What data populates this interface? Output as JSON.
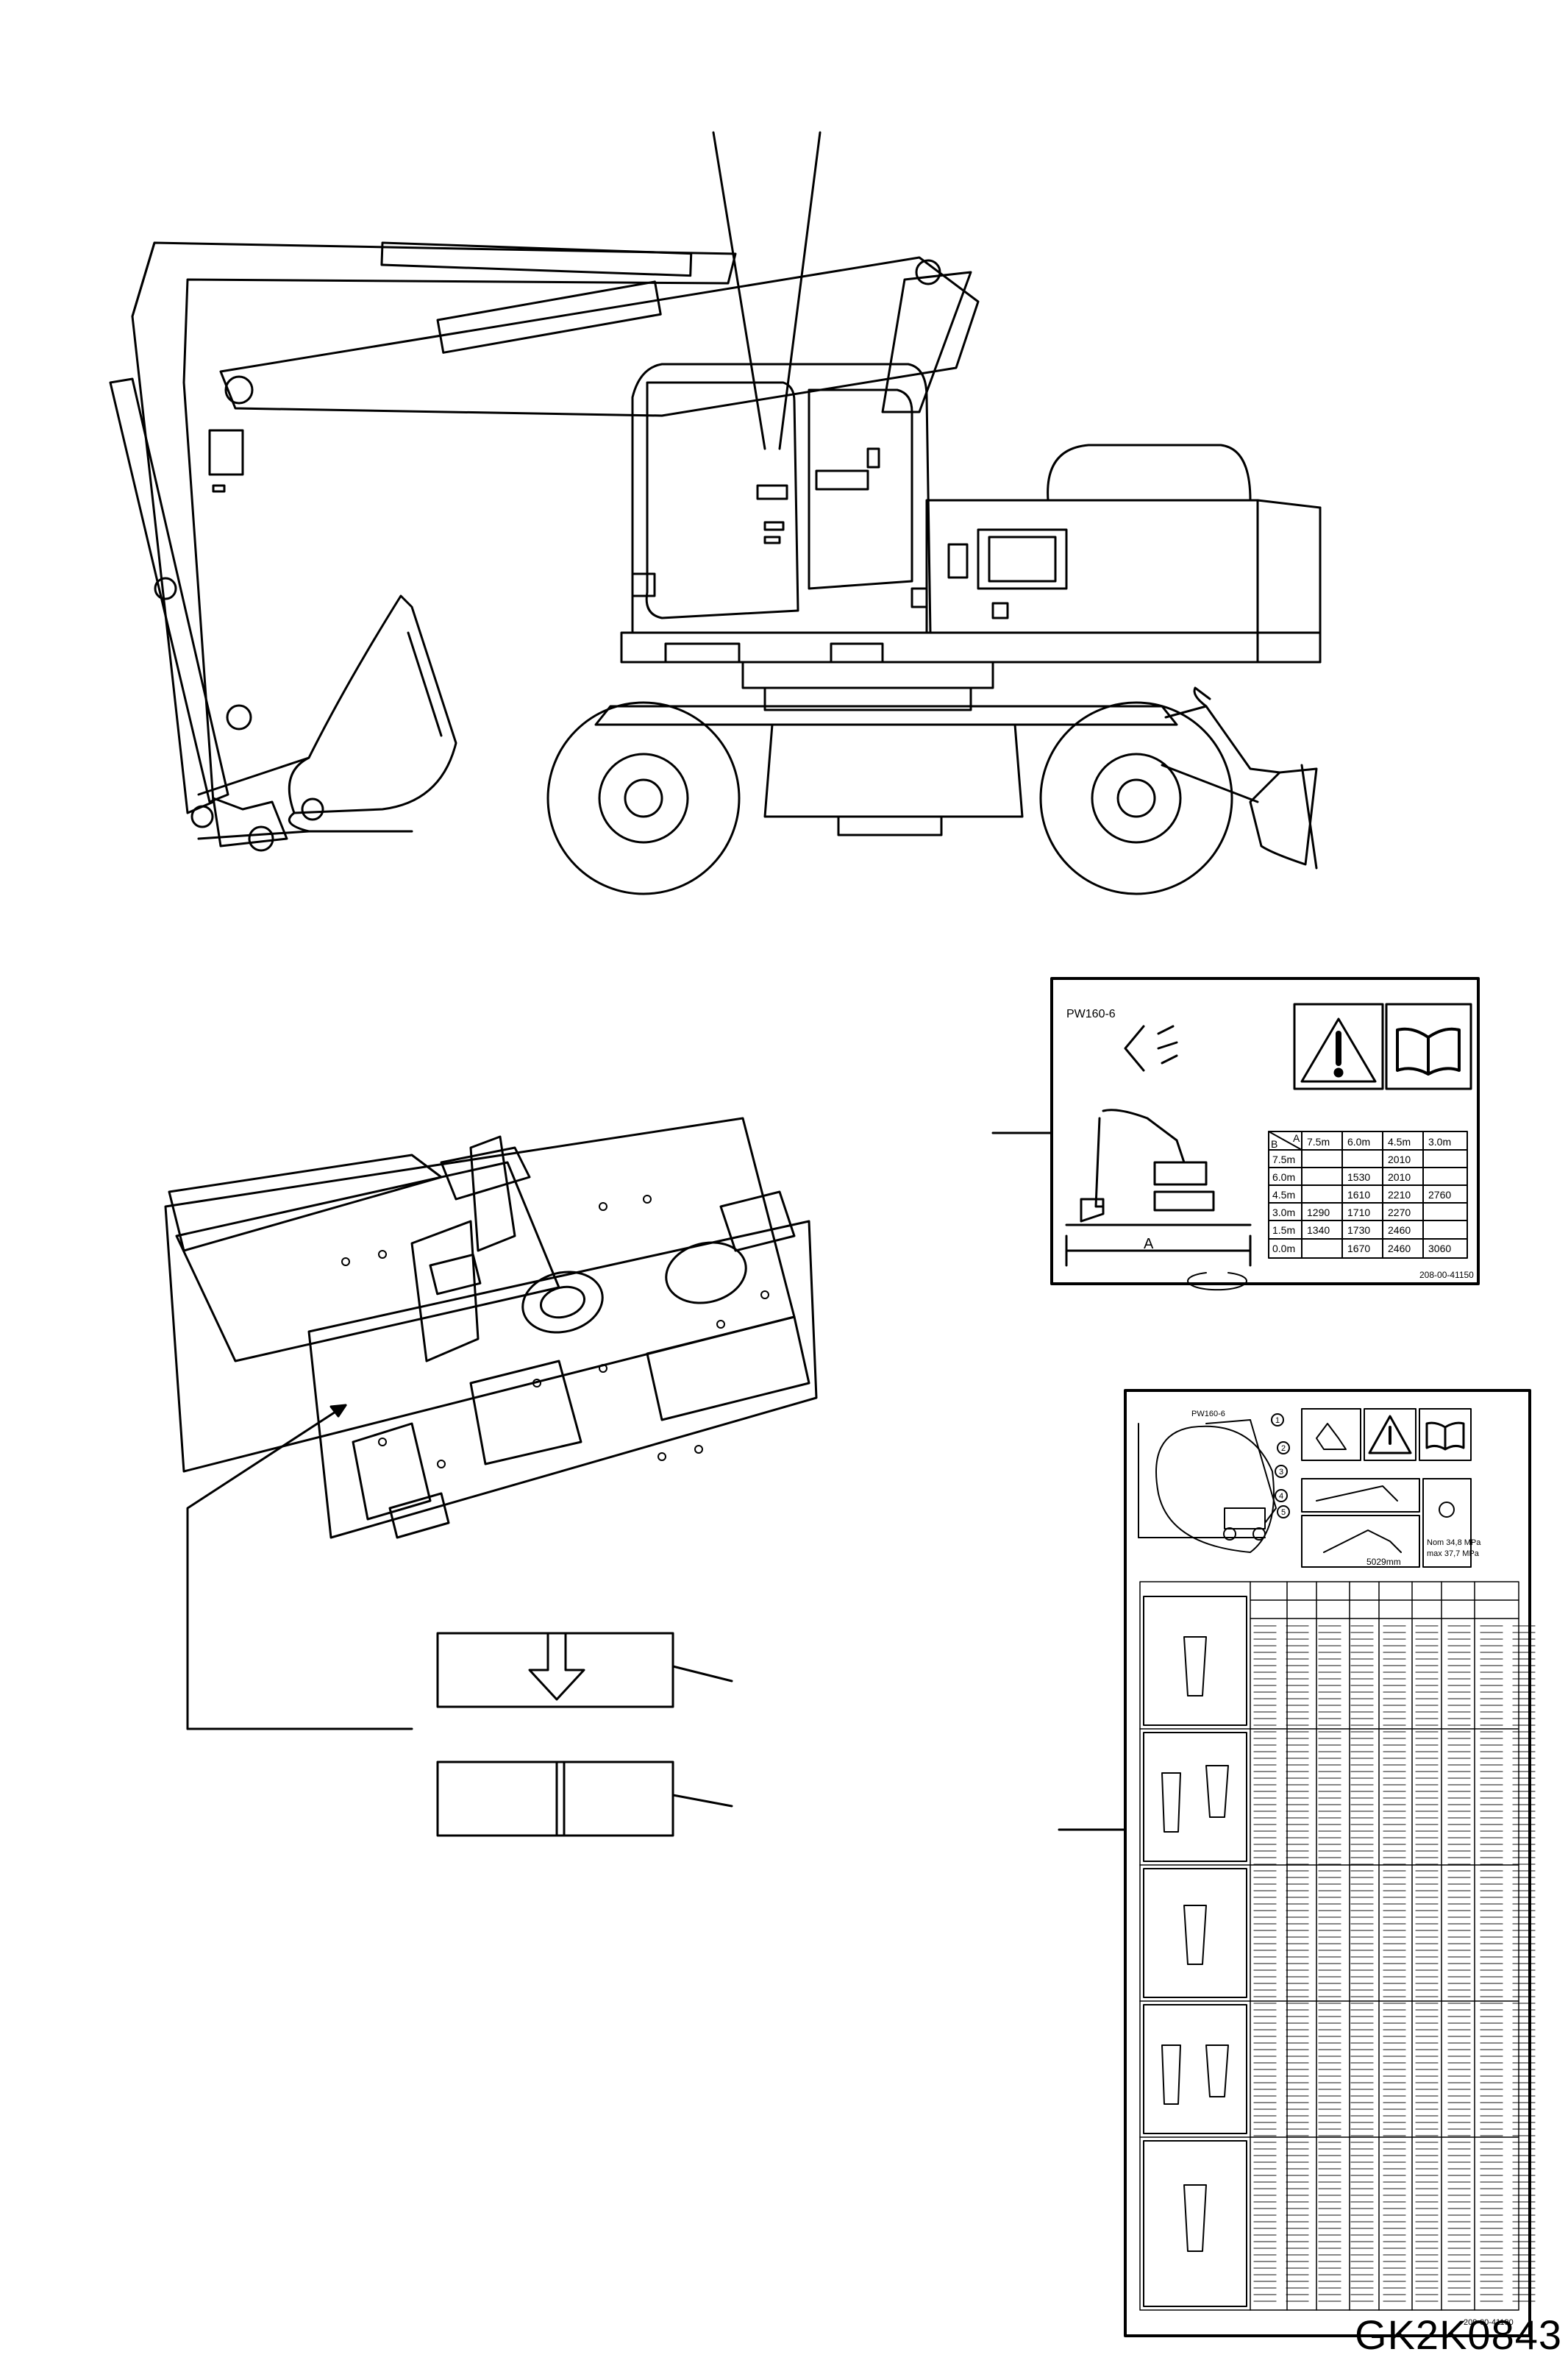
{
  "drawing_code": "GK2K0843",
  "load_plate": {
    "model": "PW160-6",
    "table_header": [
      "B",
      "A",
      "7.5m",
      "6.0m",
      "4.5m",
      "3.0m"
    ],
    "rows": [
      {
        "b": "7.5m",
        "c1": "",
        "c2": "",
        "c3": "2010",
        "c4": ""
      },
      {
        "b": "6.0m",
        "c1": "",
        "c2": "1530",
        "c3": "2010",
        "c4": ""
      },
      {
        "b": "4.5m",
        "c1": "",
        "c2": "1610",
        "c3": "2210",
        "c4": "2760"
      },
      {
        "b": "3.0m",
        "c1": "1290",
        "c2": "1710",
        "c3": "2270",
        "c4": ""
      },
      {
        "b": "1.5m",
        "c1": "1340",
        "c2": "1730",
        "c3": "2460",
        "c4": ""
      },
      {
        "b": "0.0m",
        "c1": "",
        "c2": "1670",
        "c3": "2460",
        "c4": "3060"
      }
    ],
    "dim_a": "A",
    "part_number": "208-00-41150"
  },
  "chart_plate": {
    "model": "PW160-6",
    "callouts": [
      "1",
      "2",
      "3",
      "4",
      "5"
    ],
    "reach_label": "5029mm",
    "pressure_nom": "Nom 34,8 MPa",
    "pressure_max": "max 37,7 MPa",
    "part_number": "209-00-41190"
  }
}
